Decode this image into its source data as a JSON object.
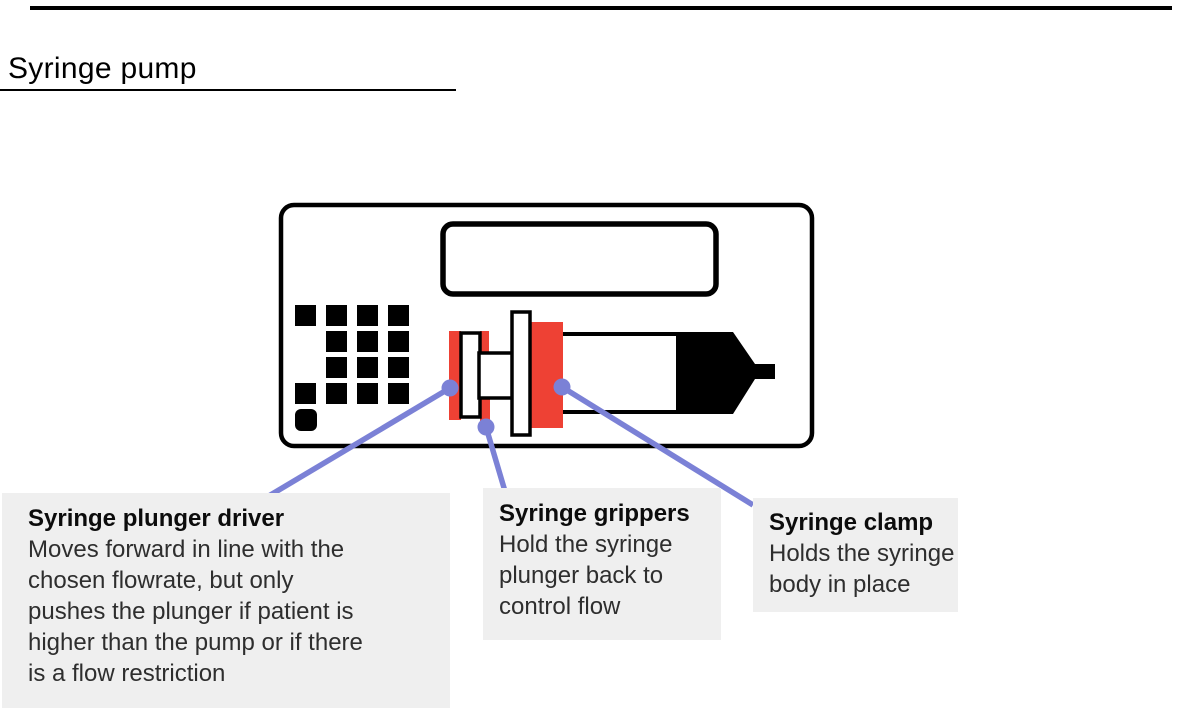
{
  "page": {
    "title": "Syringe pump"
  },
  "colors": {
    "accent_red": "#ee4134",
    "connector_purple": "#7b81d6",
    "callout_bg": "#efefef",
    "ink": "#000000",
    "body_text": "#2e2e2e"
  },
  "diagram_parts": [
    "device-body",
    "display-screen",
    "keypad",
    "syringe-plunger-driver",
    "syringe-grippers",
    "syringe-clamp",
    "syringe-barrel",
    "syringe-plunger-flange",
    "syringe-nozzle"
  ],
  "callouts": [
    {
      "title": "Syringe plunger driver",
      "body": "Moves forward in line with the\nchosen flowrate, but only\npushes the plunger if patient is\nhigher than the pump or if there\nis a flow restriction"
    },
    {
      "title": "Syringe grippers",
      "body": "Hold the syringe\nplunger back to\ncontrol flow"
    },
    {
      "title": "Syringe clamp",
      "body": "Holds the syringe\nbody in place"
    }
  ]
}
